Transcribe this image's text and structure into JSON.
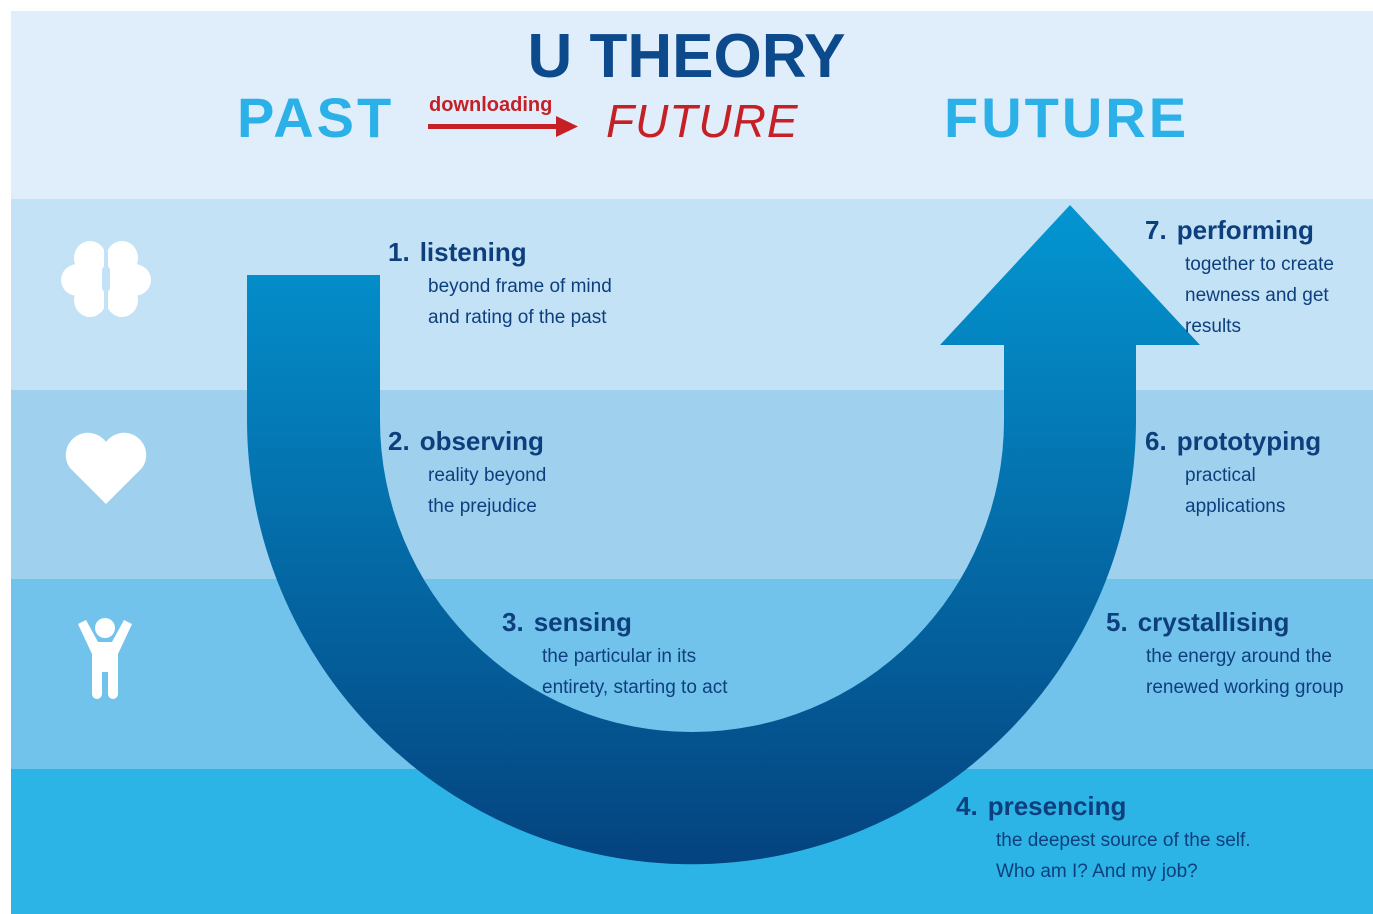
{
  "title": "U THEORY",
  "past_label": "PAST",
  "downloading_label": "downloading",
  "future_red_label": "FUTURE",
  "future_label": "FUTURE",
  "colors": {
    "title": "#0d4a8c",
    "accent_blue": "#2cb0e8",
    "red": "#c42026",
    "step_text": "#0e3f7d",
    "u_top": "#0396d2",
    "u_bottom": "#04437f"
  },
  "icons": [
    "brain-icon",
    "heart-icon",
    "person-icon"
  ],
  "steps": [
    {
      "num": "1.",
      "title": "listening",
      "lines": [
        "beyond frame of mind",
        "and rating of the past"
      ]
    },
    {
      "num": "2.",
      "title": "observing",
      "lines": [
        "reality beyond",
        "the prejudice"
      ]
    },
    {
      "num": "3.",
      "title": "sensing",
      "lines": [
        "the particular in its",
        "entirety, starting to act"
      ]
    },
    {
      "num": "4.",
      "title": "presencing",
      "lines": [
        "the deepest source of the self.",
        "Who am I? And my job?"
      ]
    },
    {
      "num": "5.",
      "title": "crystallising",
      "lines": [
        "the energy around the",
        "renewed working group"
      ]
    },
    {
      "num": "6.",
      "title": "prototyping",
      "lines": [
        "practical",
        "applications"
      ]
    },
    {
      "num": "7.",
      "title": "performing",
      "lines": [
        "together to create",
        "newness and get",
        "results"
      ]
    }
  ]
}
